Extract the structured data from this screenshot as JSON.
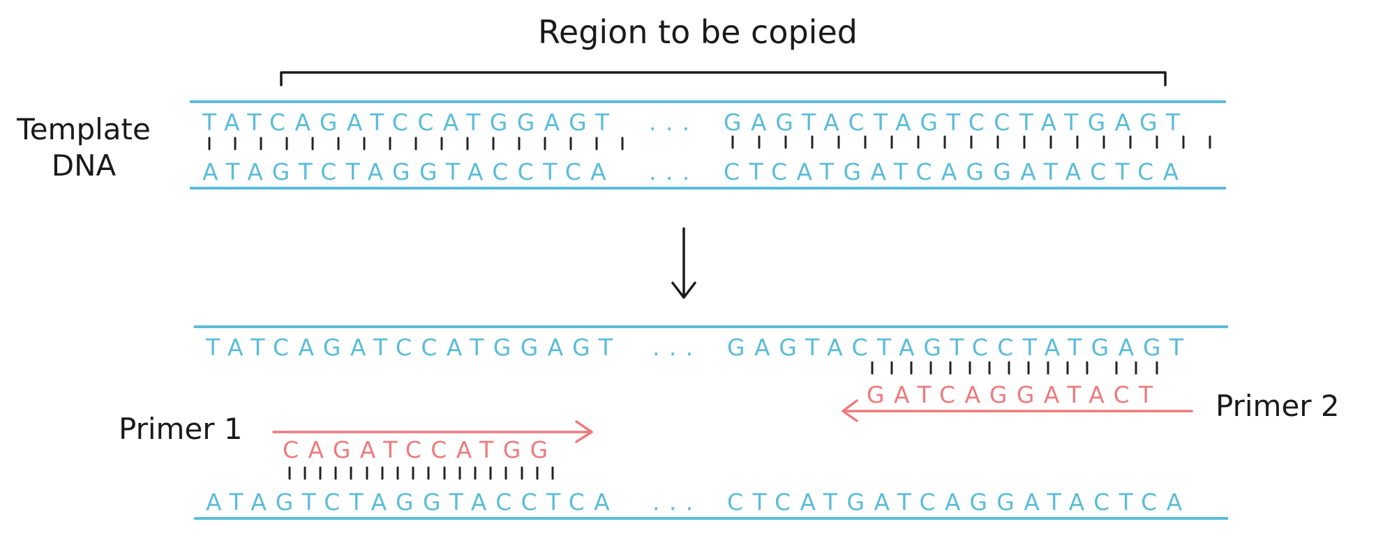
{
  "title": "Region to be copied",
  "template_label_line1": "Template",
  "template_label_line2": "DNA",
  "top_strand": {
    "left": "TATCAGATCCATGGAGT",
    "dots": "...",
    "right": "GAGTACTAGTCCTATGAGT"
  },
  "bottom_strand": {
    "left": "ATAGTCTAGGTACCTCA",
    "dots": "...",
    "right": "CTCATGATCAGGATACTCA"
  },
  "primer1": {
    "label": "Primer 1",
    "sequence": "CAGATCCATGG"
  },
  "primer2": {
    "label": "Primer 2",
    "sequence": "GATCAGGATACT"
  },
  "colors": {
    "template": "#5bbcd9",
    "primer": "#ee7a7c",
    "ink": "#1a1a1a"
  }
}
